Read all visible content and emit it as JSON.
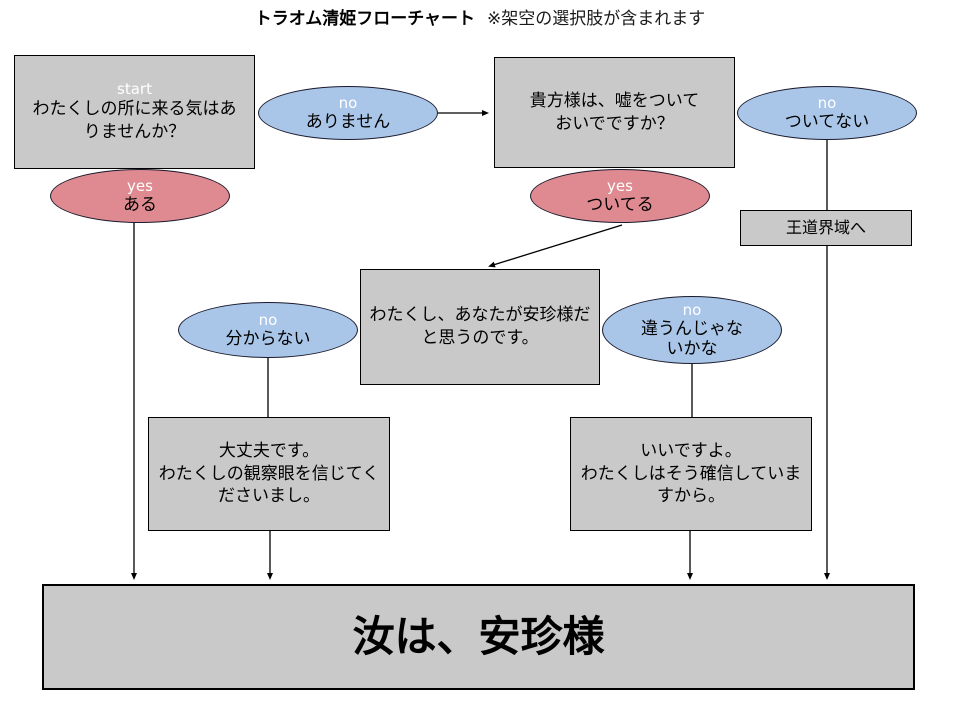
{
  "title": {
    "main": "トラオム清姫フローチャート",
    "note": "※架空の選択肢が含まれます"
  },
  "colors": {
    "box_fill": "#c9c9c9",
    "no_ellipse_fill": "#a9c6e8",
    "yes_ellipse_fill": "#de8a90",
    "line": "#000000",
    "tag_text": "#ffffff"
  },
  "nodes": {
    "start_box": {
      "tag": "start",
      "text": "わたくしの所に来る気はあ\nりませんか？"
    },
    "no_arimasen": {
      "tag": "no",
      "text": "ありません"
    },
    "lie_box": {
      "text": "貴方様は、嘘をついて\nおいでですか？"
    },
    "no_tsuitenai": {
      "tag": "no",
      "text": "ついてない"
    },
    "yes_aru": {
      "tag": "yes",
      "text": "ある"
    },
    "yes_tsuiteru": {
      "tag": "yes",
      "text": "ついてる"
    },
    "oudou_box": {
      "text": "王道界域へ"
    },
    "anchin_box": {
      "text": "わたくし、あなたが安珍様だ\nと思うのです。"
    },
    "no_wakaranai": {
      "tag": "no",
      "text": "分からない"
    },
    "no_chigau": {
      "tag": "no",
      "text": "違うんじゃな\nいかな"
    },
    "daijoubu_box": {
      "text": "大丈夫です。\nわたくしの観察眼を信じてく\nださいまし。"
    },
    "iidesuyo_box": {
      "text": "いいですよ。\nわたくしはそう確信していま\nすから。"
    },
    "final_box": {
      "text": "汝は、安珍様"
    }
  }
}
